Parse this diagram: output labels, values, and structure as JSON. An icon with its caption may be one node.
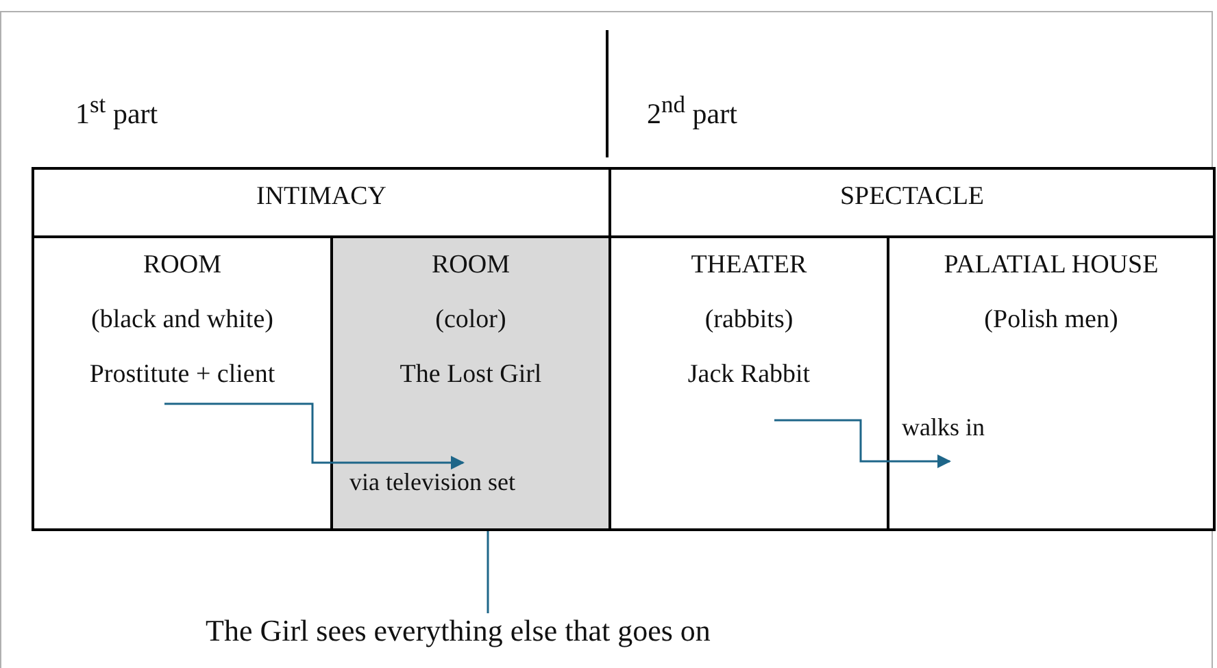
{
  "diagram": {
    "nodes": [
      {
        "text": [
          "INTIMACY"
        ]
      },
      {
        "text": [
          "SPECTACLE"
        ]
      },
      {
        "text": [
          "ROOM",
          "(black and white)",
          "Prostitute + client"
        ]
      },
      {
        "text": [
          "ROOM",
          "(color)",
          "The Lost Girl"
        ]
      },
      {
        "text": [
          "THEATER",
          "(rabbits)",
          "Jack Rabbit"
        ]
      },
      {
        "text": [
          "PALATIAL HOUSE",
          "(Polish men)"
        ]
      },
      {
        "text": [
          "The Girl sees everything else that goes on"
        ]
      }
    ],
    "edges": [
      {
        "from": 2,
        "to": 3,
        "arrow": "to",
        "label": "via television set"
      },
      {
        "from": 4,
        "to": 5,
        "arrow": "to",
        "label": "walks in"
      },
      {
        "from": 6,
        "to": 3,
        "arrow": "none"
      }
    ],
    "labels": [
      "1$^{st}$ part",
      "2$^{nd}$ part"
    ]
  }
}
